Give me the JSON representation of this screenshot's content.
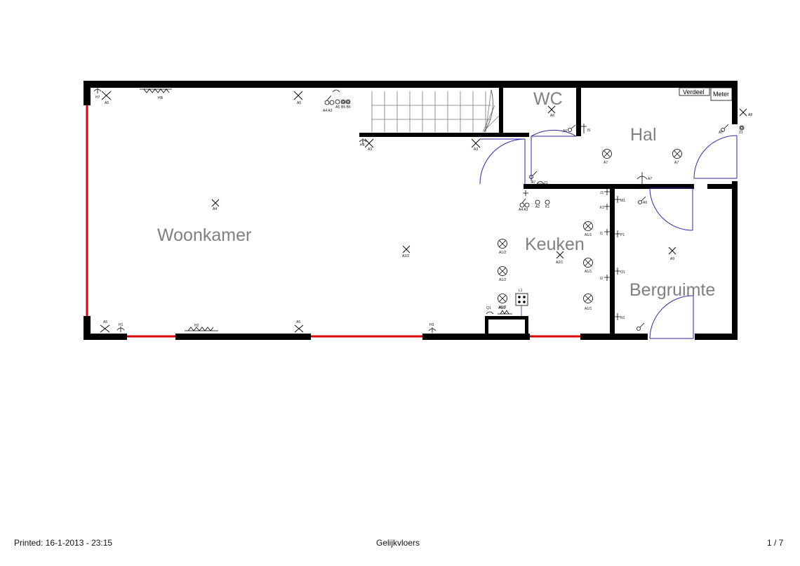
{
  "rooms": {
    "woonkamer": "Woonkamer",
    "wc": "WC",
    "hal": "Hal",
    "keuken": "Keuken",
    "bergruimte": "Bergruimte"
  },
  "panels": {
    "verdeel": "Verdeel",
    "meter": "Meter",
    "stove": "L1"
  },
  "symbol_labels": {
    "h7": "H7",
    "a5_tl": "A5",
    "hr": "HR",
    "a5_mid": "A5",
    "a4a3": "A4 A3",
    "a5_outlet": "A5",
    "b5b6": "B5 B6",
    "h4": "H4",
    "a3_stair": "A3",
    "a3_door": "A3",
    "a6_wc": "A6",
    "a6_sw": "A6",
    "i5": "I5",
    "a7_l1": "A7",
    "a7_l2": "A7",
    "a7_sw": "A7",
    "z1": "Z1",
    "a7_hal": "A7",
    "a8": "A8",
    "a_hal": "A7",
    "z_hal": "Z1",
    "a4": "A4",
    "a2_2": "A2/2",
    "a2_1": "A2/1",
    "a1_2a": "A1/2",
    "a1_2b": "A1/2",
    "a1_2c": "A1/2",
    "a1_1a": "A1/1",
    "a1_1b": "A1/1",
    "a1_1c": "A1/1",
    "j1": "J1",
    "m1": "M1",
    "k1": "K1",
    "p1": "P1",
    "i1": "I1",
    "o1": "O1",
    "i2": "I2",
    "n1": "N1",
    "a9_sw": "A9",
    "a9": "A9",
    "a4a3b": "A4 A3",
    "a2": "A2",
    "k1b": "K1",
    "a5_bl": "A5",
    "h1": "H1",
    "h2": "H2",
    "a5_bm": "A5",
    "h3": "H3",
    "q1": "Q1",
    "a1_2d": "A1/2"
  },
  "footer": {
    "printed": "Printed: 16-1-2013 - 23:15",
    "title": "Gelijkvloers",
    "page": "1 / 7"
  },
  "colors": {
    "wall": "#000000",
    "window": "#e00000",
    "door": "#2a2aa8",
    "room_label": "#808080"
  }
}
